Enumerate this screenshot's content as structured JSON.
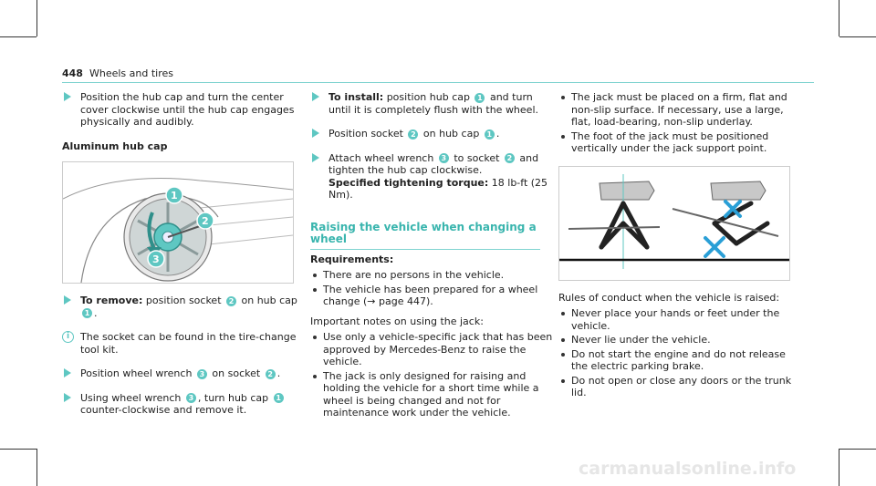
{
  "header": {
    "page_number": "448",
    "section_title": "Wheels and tires"
  },
  "col1": {
    "step1": "Position the hub cap and turn the center cover clockwise until the hub cap engages physically and audibly.",
    "figure_title": "Aluminum hub cap",
    "fig_callouts": [
      "1",
      "2",
      "3"
    ],
    "remove_label": "To remove:",
    "remove_a": "position socket",
    "remove_b": "on hub cap",
    "badge1": "1",
    "badge2": "2",
    "badge3": "3",
    "note": "The socket can be found in the tire-change tool kit.",
    "pos_a": "Position wheel wrench",
    "pos_b": "on socket",
    "use_a": "Using wheel wrench",
    "use_b": ", turn hub cap",
    "use_c": "counter-clockwise and remove it."
  },
  "col2": {
    "install_label": "To install:",
    "install_a": "position hub cap",
    "install_b": "and turn until it is completely flush with the wheel.",
    "socket_a": "Position socket",
    "socket_b": "on hub cap",
    "attach_a": "Attach wheel wrench",
    "attach_b": "to socket",
    "attach_c": "and tighten the hub cap clockwise.",
    "torque_label": "Specified tightening torque:",
    "torque_value": "18 lb-ft (25 Nm).",
    "section_heading": "Raising the vehicle when changing a wheel",
    "req_label": "Requirements:",
    "req_items": [
      "There are no persons in the vehicle.",
      "The vehicle has been prepared for a wheel change (→ page 447)."
    ],
    "jack_intro": "Important notes on using the jack:",
    "jack_items": [
      "Use only a vehicle-specific jack that has been approved by Mercedes-Benz to raise the vehicle.",
      "The jack is only designed for raising and holding the vehicle for a short time while a wheel is being changed and not for maintenance work under the vehicle."
    ]
  },
  "col3": {
    "items_top": [
      "The jack must be placed on a firm, flat and non-slip surface. If necessary, use a large, flat, load-bearing, non-slip underlay.",
      "The foot of the jack must be positioned vertically under the jack support point."
    ],
    "rules_intro": "Rules of conduct when the vehicle is raised:",
    "rules_items": [
      "Never place your hands or feet under the vehicle.",
      "Never lie under the vehicle.",
      "Do not start the engine and do not release the electric parking brake.",
      "Do not open or close any doors or the trunk lid."
    ]
  },
  "watermark": "carmanualsonline.info",
  "colors": {
    "accent": "#5ec7c2",
    "accent_dark": "#3ab5ae",
    "cross": "#2a9fd6"
  }
}
